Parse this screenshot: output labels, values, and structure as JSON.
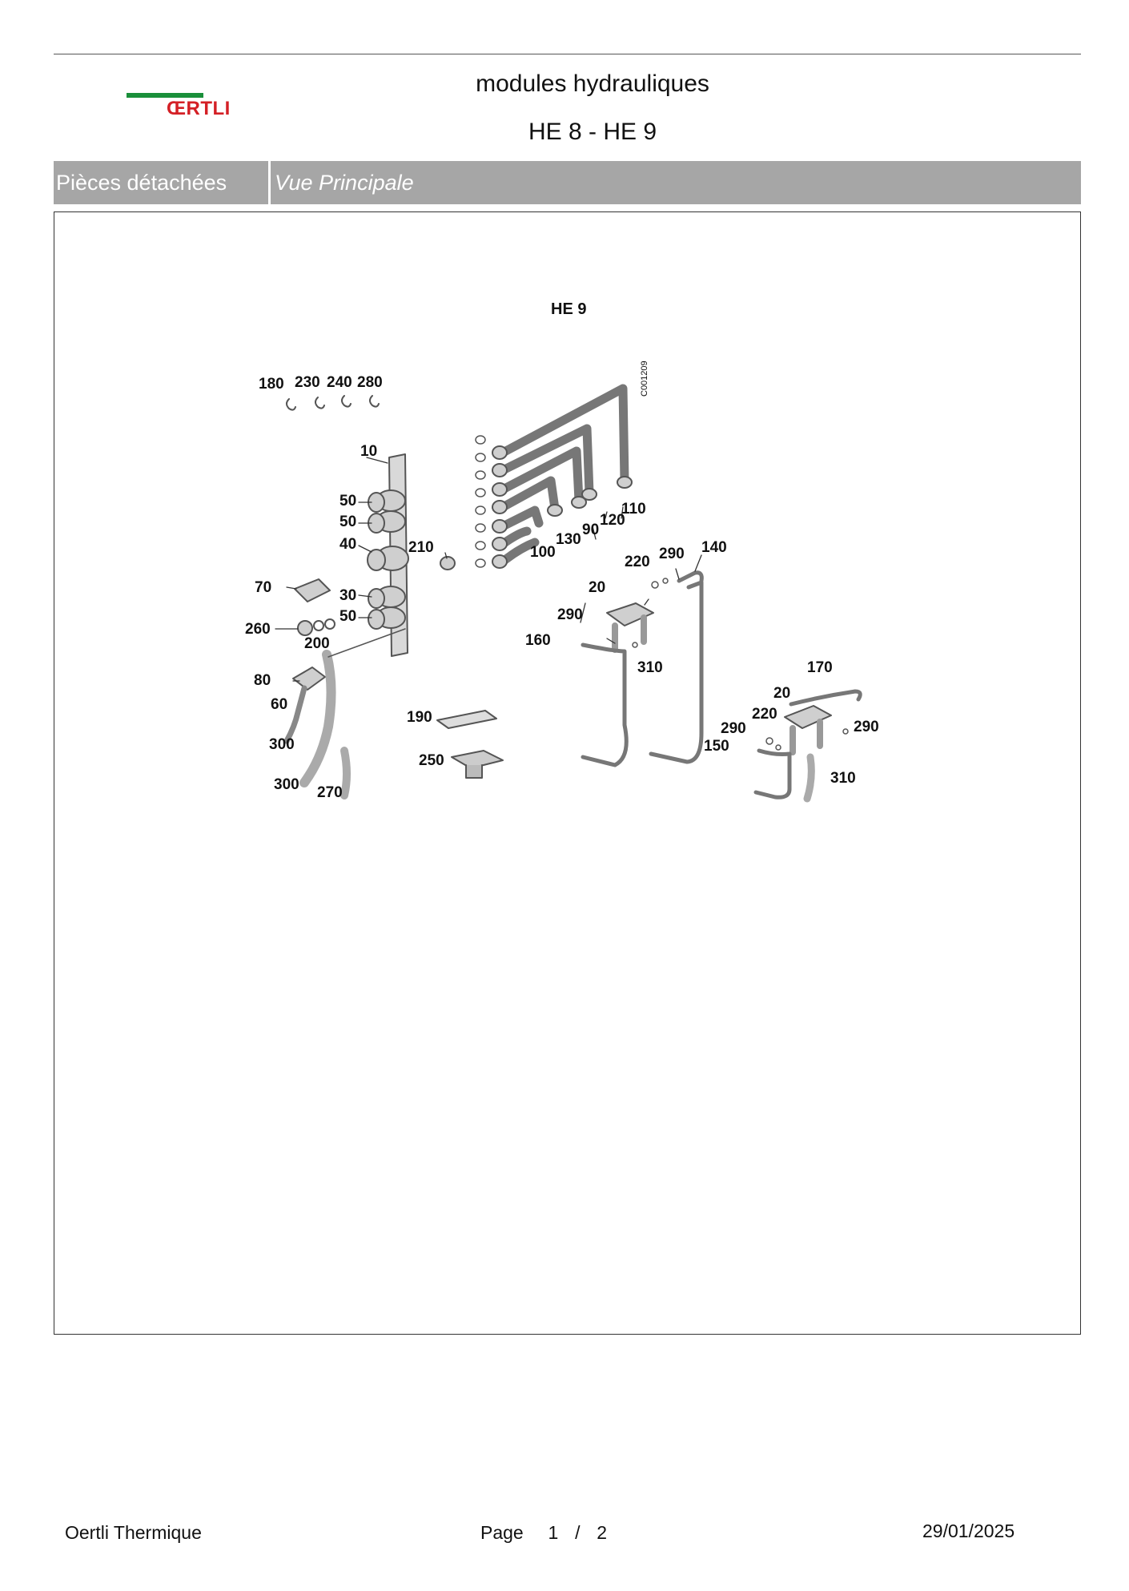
{
  "header": {
    "logo_text": "ŒRTLI",
    "title": "modules hydrauliques",
    "subtitle": "HE 8 - HE 9"
  },
  "section": {
    "category": "Pièces détachées",
    "view": "Vue Principale"
  },
  "drawing": {
    "title": "HE 9",
    "reference": "C001209",
    "callouts": [
      "180",
      "230",
      "240",
      "280",
      "10",
      "50",
      "50",
      "40",
      "30",
      "50",
      "210",
      "70",
      "260",
      "200",
      "80",
      "60",
      "300",
      "300",
      "270",
      "190",
      "250",
      "100",
      "130",
      "90",
      "120",
      "110",
      "220",
      "290",
      "140",
      "20",
      "290",
      "160",
      "310",
      "170",
      "20",
      "220",
      "290",
      "290",
      "150",
      "310"
    ]
  },
  "footer": {
    "company": "Oertli Thermique",
    "page_label": "Page",
    "page_current": "1",
    "page_separator": "/",
    "page_total": "2",
    "date": "29/01/2025"
  },
  "colors": {
    "logo_green": "#1a8f3a",
    "logo_red": "#d42026",
    "section_bar": "#a6a6a6"
  }
}
